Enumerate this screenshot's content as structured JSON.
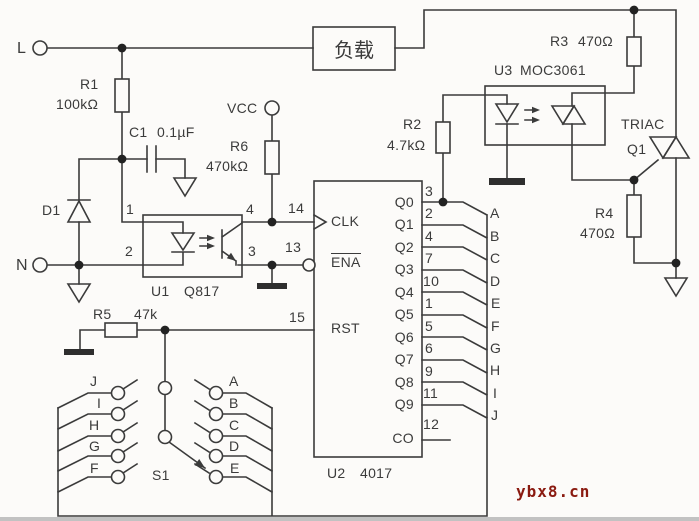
{
  "colors": {
    "line": "#3b3b3b",
    "text": "#3b3b3b",
    "background": "#fcfbf9",
    "watermark": "#8a1a10",
    "bottom_bar": "#c2c2c2"
  },
  "watermark": "ybx8.cn",
  "terminals": {
    "live": "L",
    "neutral": "N",
    "vcc": "VCC"
  },
  "load": {
    "label": "负载"
  },
  "components": {
    "r1": {
      "ref": "R1",
      "value": "100kΩ"
    },
    "r2": {
      "ref": "R2",
      "value": "4.7kΩ"
    },
    "r3": {
      "ref": "R3",
      "value": "470Ω"
    },
    "r4": {
      "ref": "R4",
      "value": "470Ω"
    },
    "r5": {
      "ref": "R5",
      "value": "47k"
    },
    "r6": {
      "ref": "R6",
      "value": "470kΩ"
    },
    "c1": {
      "ref": "C1",
      "value": "0.1µF"
    },
    "d1": {
      "ref": "D1"
    },
    "u1": {
      "ref": "U1",
      "part": "Q817",
      "pin_anode": "1",
      "pin_cathode": "2",
      "pin_collector": "4",
      "pin_emitter": "3"
    },
    "u2": {
      "ref": "U2",
      "part": "4017",
      "clk": {
        "label": "CLK",
        "pin": "14"
      },
      "ena": {
        "label": "ENA",
        "pin": "13"
      },
      "rst": {
        "label": "RST",
        "pin": "15"
      },
      "outputs": [
        {
          "label": "Q0",
          "pin": "3",
          "wire": "A"
        },
        {
          "label": "Q1",
          "pin": "2",
          "wire": "B"
        },
        {
          "label": "Q2",
          "pin": "4",
          "wire": "C"
        },
        {
          "label": "Q3",
          "pin": "7",
          "wire": "D"
        },
        {
          "label": "Q4",
          "pin": "10",
          "wire": "E"
        },
        {
          "label": "Q5",
          "pin": "1",
          "wire": "F"
        },
        {
          "label": "Q6",
          "pin": "5",
          "wire": "G"
        },
        {
          "label": "Q7",
          "pin": "6",
          "wire": "H"
        },
        {
          "label": "Q8",
          "pin": "9",
          "wire": "I"
        },
        {
          "label": "Q9",
          "pin": "11",
          "wire": "J"
        }
      ],
      "carry": {
        "label": "CO",
        "pin": "12"
      }
    },
    "u3": {
      "ref": "U3",
      "part": "MOC3061"
    },
    "q1": {
      "ref": "Q1",
      "type": "TRIAC"
    },
    "s1": {
      "ref": "S1",
      "left_contacts": [
        "J",
        "I",
        "H",
        "G",
        "F"
      ],
      "right_contacts": [
        "A",
        "B",
        "C",
        "D",
        "E"
      ]
    }
  }
}
